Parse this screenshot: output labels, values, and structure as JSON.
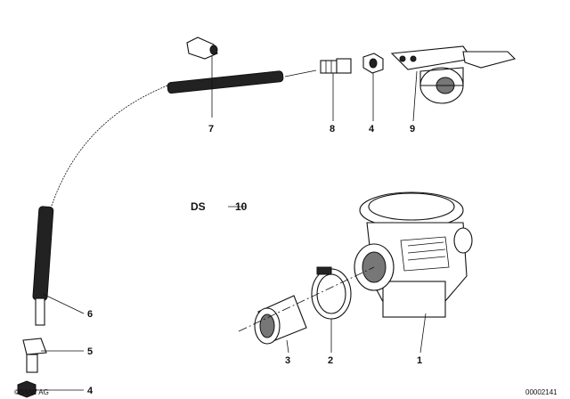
{
  "diagram": {
    "group_code": "DS",
    "group_number": "10",
    "callouts": {
      "p1": "1",
      "p2": "2",
      "p3": "3",
      "p4_top": "4",
      "p4_bottom": "4",
      "p5": "5",
      "p6": "6",
      "p7": "7",
      "p8": "8",
      "p9": "9"
    },
    "copyright": "©BMW AG",
    "image_number": "00002141"
  }
}
